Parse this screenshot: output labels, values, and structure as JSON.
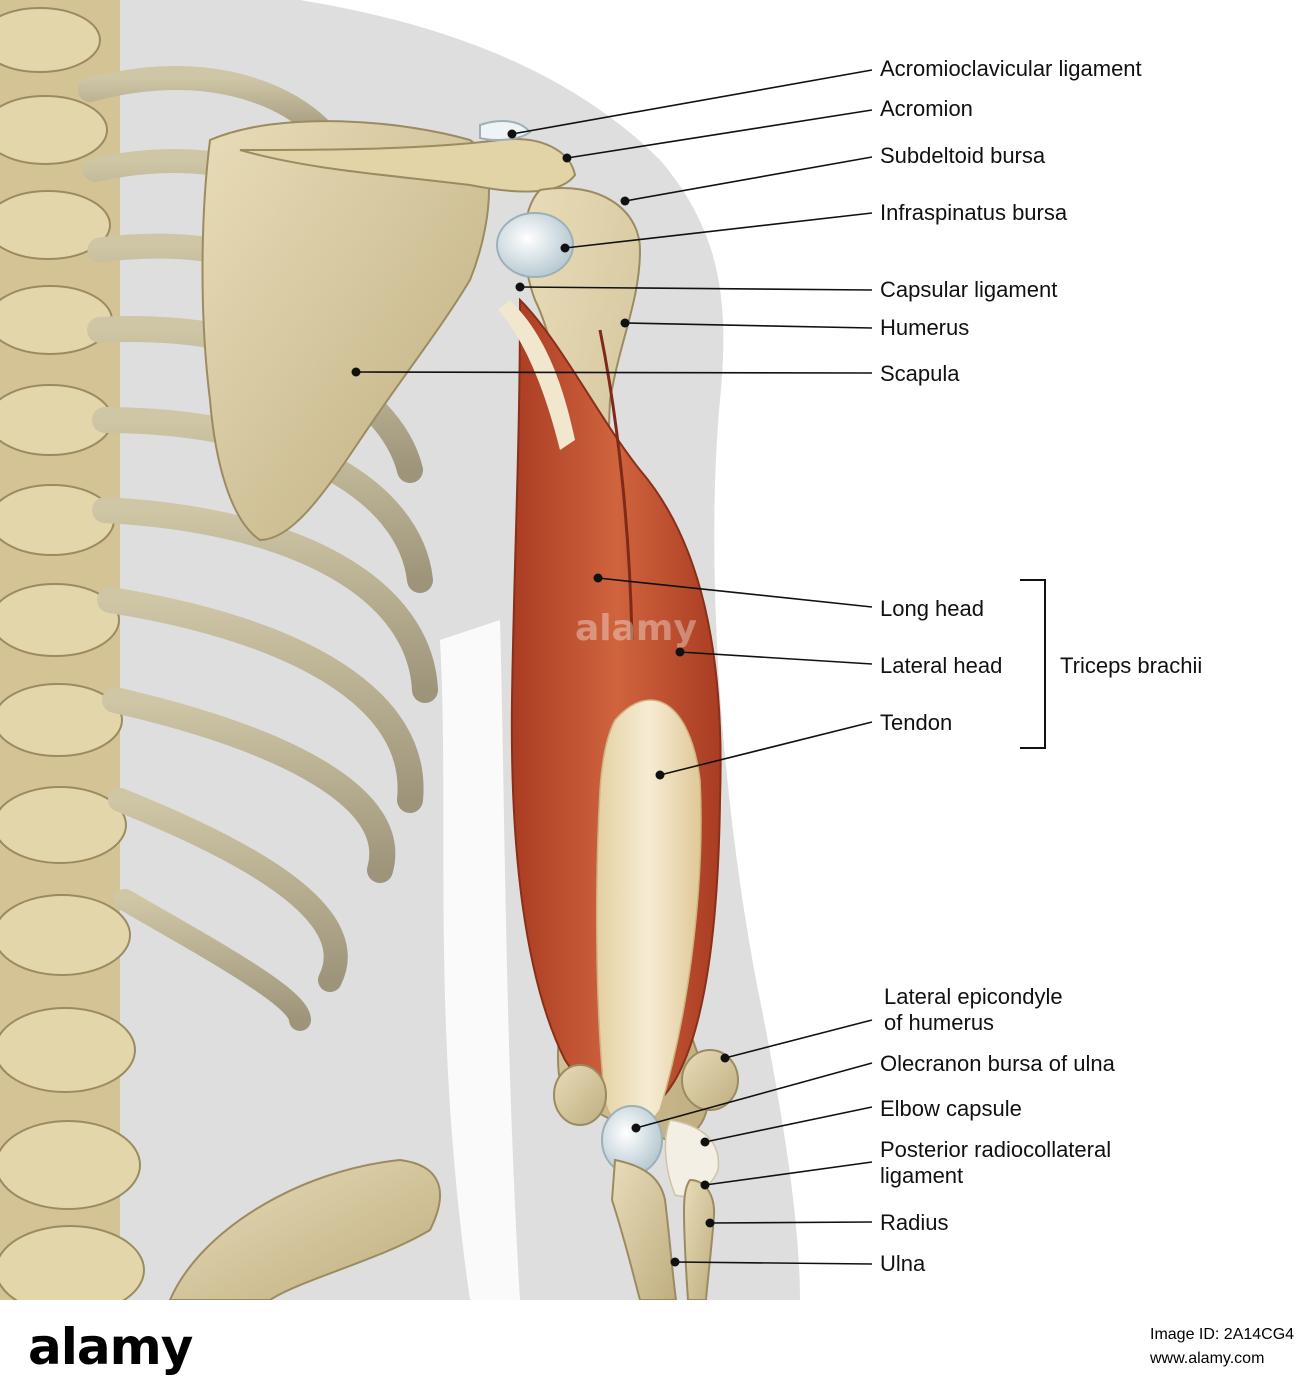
{
  "diagram": {
    "labels": {
      "acromioclavicular_ligament": "Acromioclavicular ligament",
      "acromion": "Acromion",
      "subdeltoid_bursa": "Subdeltoid bursa",
      "infraspinatus_bursa": "Infraspinatus bursa",
      "capsular_ligament": "Capsular ligament",
      "humerus": "Humerus",
      "scapula": "Scapula",
      "long_head": "Long head",
      "lateral_head": "Lateral head",
      "tendon": "Tendon",
      "triceps_brachii": "Triceps brachii",
      "lateral_epicondyle": "Lateral epicondyle\nof humerus",
      "olecranon_bursa": "Olecranon bursa of ulna",
      "elbow_capsule": "Elbow capsule",
      "posterior_radiocollateral": "Posterior radiocollateral\nligament",
      "radius": "Radius",
      "ulna": "Ulna"
    }
  },
  "footer": {
    "brand": "alamy",
    "image_id": "Image ID: 2A14CG4",
    "site": "www.alamy.com"
  },
  "colors": {
    "background": "#ffffff",
    "body_silhouette": "#dedede",
    "bone": "#d8c89e",
    "muscle": "#c2502e",
    "tendon": "#efe2c2",
    "cartilage": "#e6eef2",
    "leader_line": "#111111"
  }
}
